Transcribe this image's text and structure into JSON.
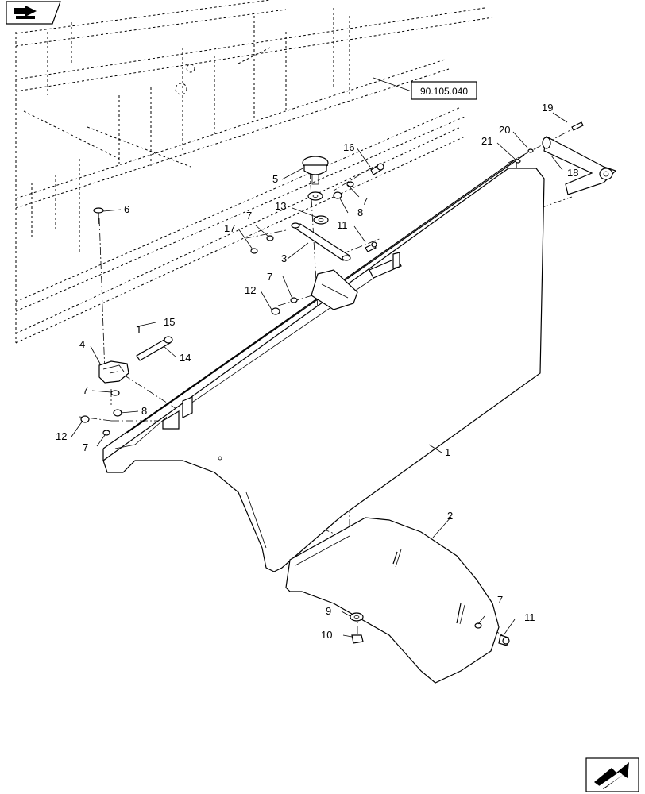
{
  "reference": {
    "label": "90.105.040"
  },
  "nav": {
    "prev_icon": "back-page-icon",
    "next_icon": "next-page-icon"
  },
  "callouts": {
    "c1": "1",
    "c2": "2",
    "c3": "3",
    "c4": "4",
    "c5": "5",
    "c6": "6",
    "c7a": "7",
    "c7b": "7",
    "c7c": "7",
    "c7d": "7",
    "c7e": "7",
    "c7f": "7",
    "c8a": "8",
    "c8b": "8",
    "c9": "9",
    "c10": "10",
    "c11a": "11",
    "c11b": "11",
    "c12a": "12",
    "c12b": "12",
    "c13": "13",
    "c14": "14",
    "c15": "15",
    "c16": "16",
    "c17": "17",
    "c18": "18",
    "c19": "19",
    "c20": "20",
    "c21": "21"
  }
}
